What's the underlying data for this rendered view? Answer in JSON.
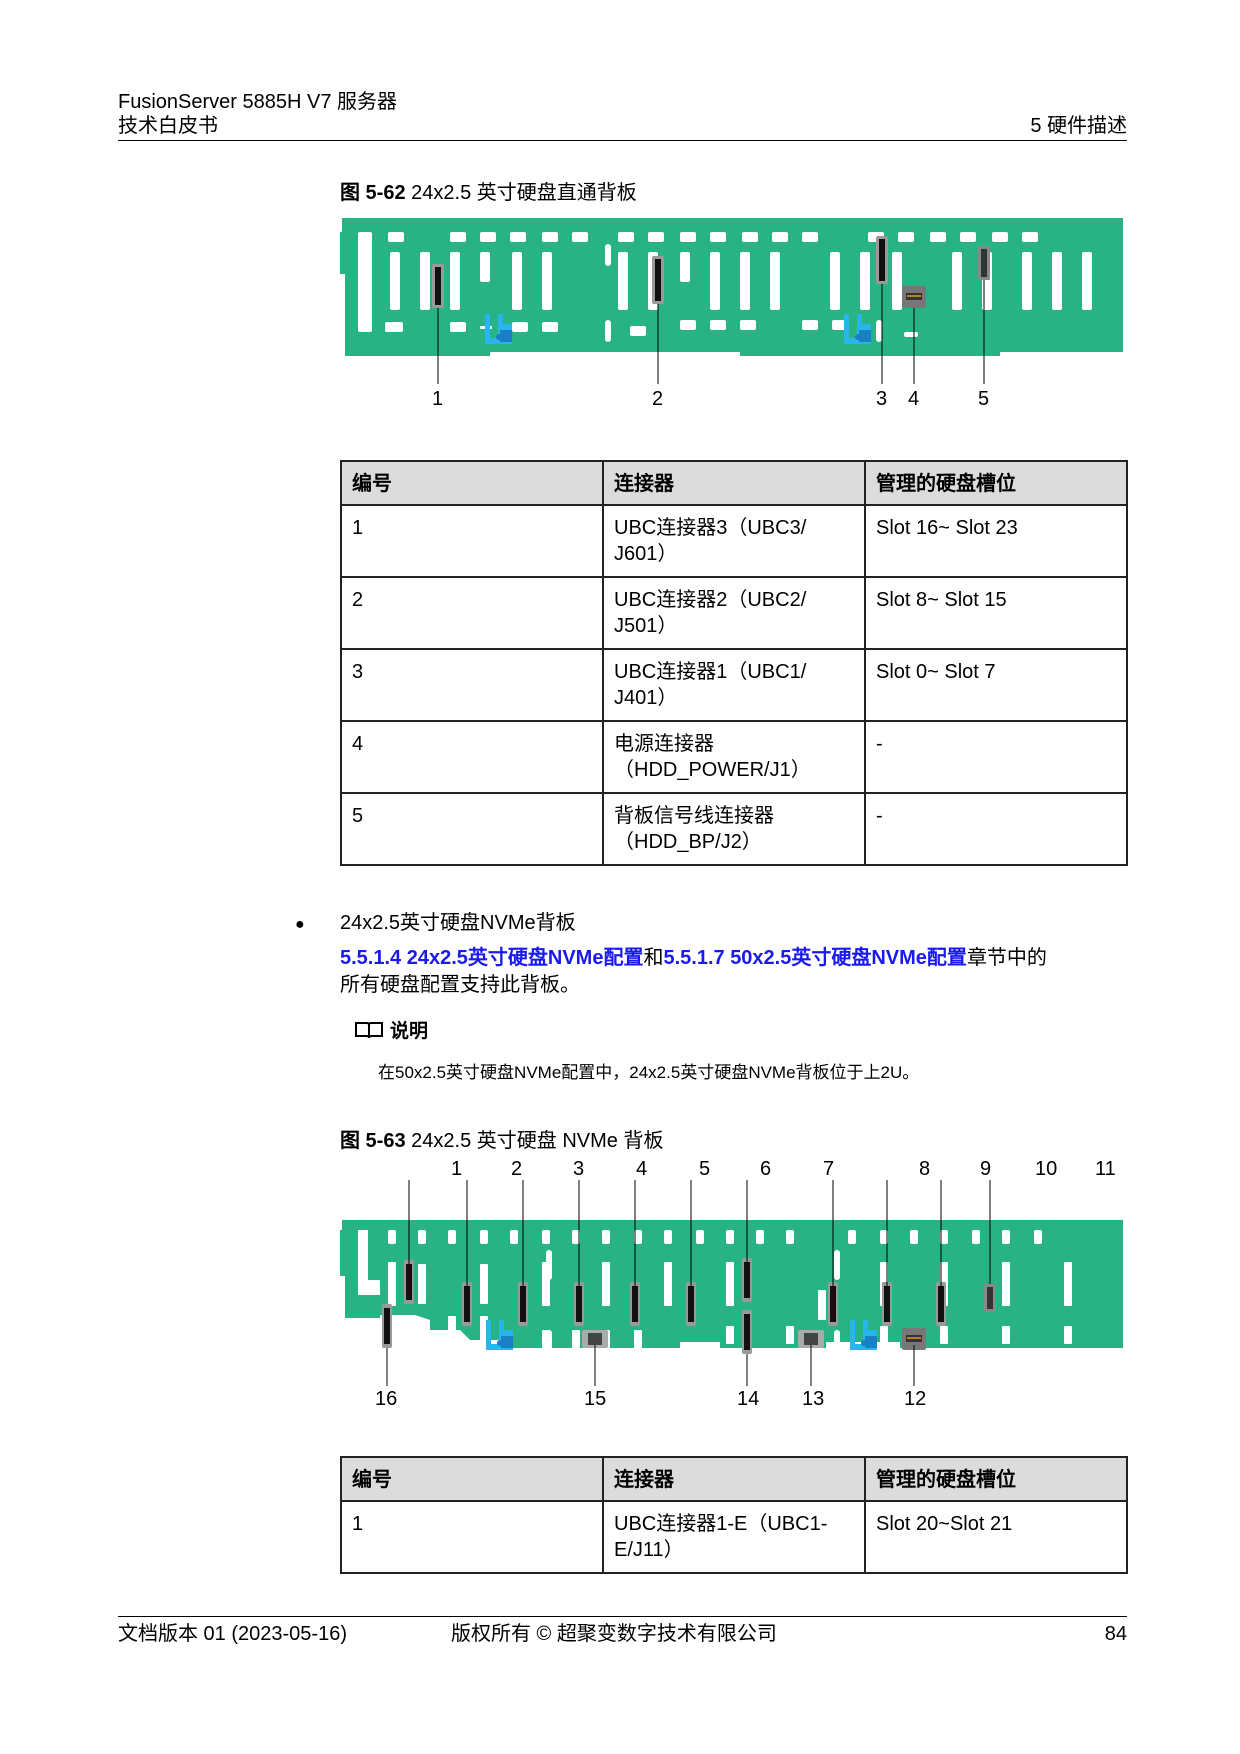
{
  "header": {
    "product": "FusionServer 5885H V7 服务器",
    "doc_type": "技术白皮书",
    "chapter": "5 硬件描述"
  },
  "figure1": {
    "label": "图 5-62",
    "title": "24x2.5 英寸硬盘直通背板",
    "callouts": [
      "1",
      "2",
      "3",
      "4",
      "5"
    ]
  },
  "table1": {
    "headers": [
      "编号",
      "连接器",
      "管理的硬盘槽位"
    ],
    "rows": [
      {
        "no": "1",
        "connector": "UBC连接器3（UBC3/ J601）",
        "slots": "Slot 16~ Slot 23"
      },
      {
        "no": "2",
        "connector": "UBC连接器2（UBC2/ J501）",
        "slots": "Slot 8~ Slot 15"
      },
      {
        "no": "3",
        "connector": "UBC连接器1（UBC1/ J401）",
        "slots": "Slot 0~ Slot 7"
      },
      {
        "no": "4",
        "connector": "电源连接器 （HDD_POWER/J1）",
        "slots": "-"
      },
      {
        "no": "5",
        "connector": "背板信号线连接器 （HDD_BP/J2）",
        "slots": "-"
      }
    ]
  },
  "bullet": {
    "symbol": "●",
    "title": "24x2.5英寸硬盘NVMe背板",
    "link1": "5.5.1.4 24x2.5英寸硬盘NVMe配置",
    "joiner": "和",
    "link2": "5.5.1.7 50x2.5英寸硬盘NVMe配置",
    "suffix": "章节中的",
    "line2": "所有硬盘配置支持此背板。"
  },
  "note": {
    "icon": "book-icon",
    "title": "说明",
    "text": "在50x2.5英寸硬盘NVMe配置中，24x2.5英寸硬盘NVMe背板位于上2U。"
  },
  "figure2": {
    "label": "图 5-63",
    "title": "24x2.5 英寸硬盘 NVMe 背板",
    "top_callouts": [
      "1",
      "2",
      "3",
      "4",
      "5",
      "6",
      "7",
      "8",
      "9",
      "10",
      "11"
    ],
    "bottom_callouts": [
      "16",
      "15",
      "14",
      "13",
      "12"
    ]
  },
  "table2": {
    "headers": [
      "编号",
      "连接器",
      "管理的硬盘槽位"
    ],
    "rows": [
      {
        "no": "1",
        "connector": "UBC连接器1-E（UBC1- E/J11）",
        "slots": "Slot 20~Slot 21"
      }
    ]
  },
  "footer": {
    "version": "文档版本 01 (2023-05-16)",
    "copyright": "版权所有 © 超聚变数字技术有限公司",
    "page": "84"
  },
  "colors": {
    "board_green": "#27b383",
    "latch_blue": "#2ab4ec",
    "latch_dark_blue": "#1a7fc4",
    "link_blue": "#1a1af0",
    "table_header_bg": "#dcdcdc"
  }
}
